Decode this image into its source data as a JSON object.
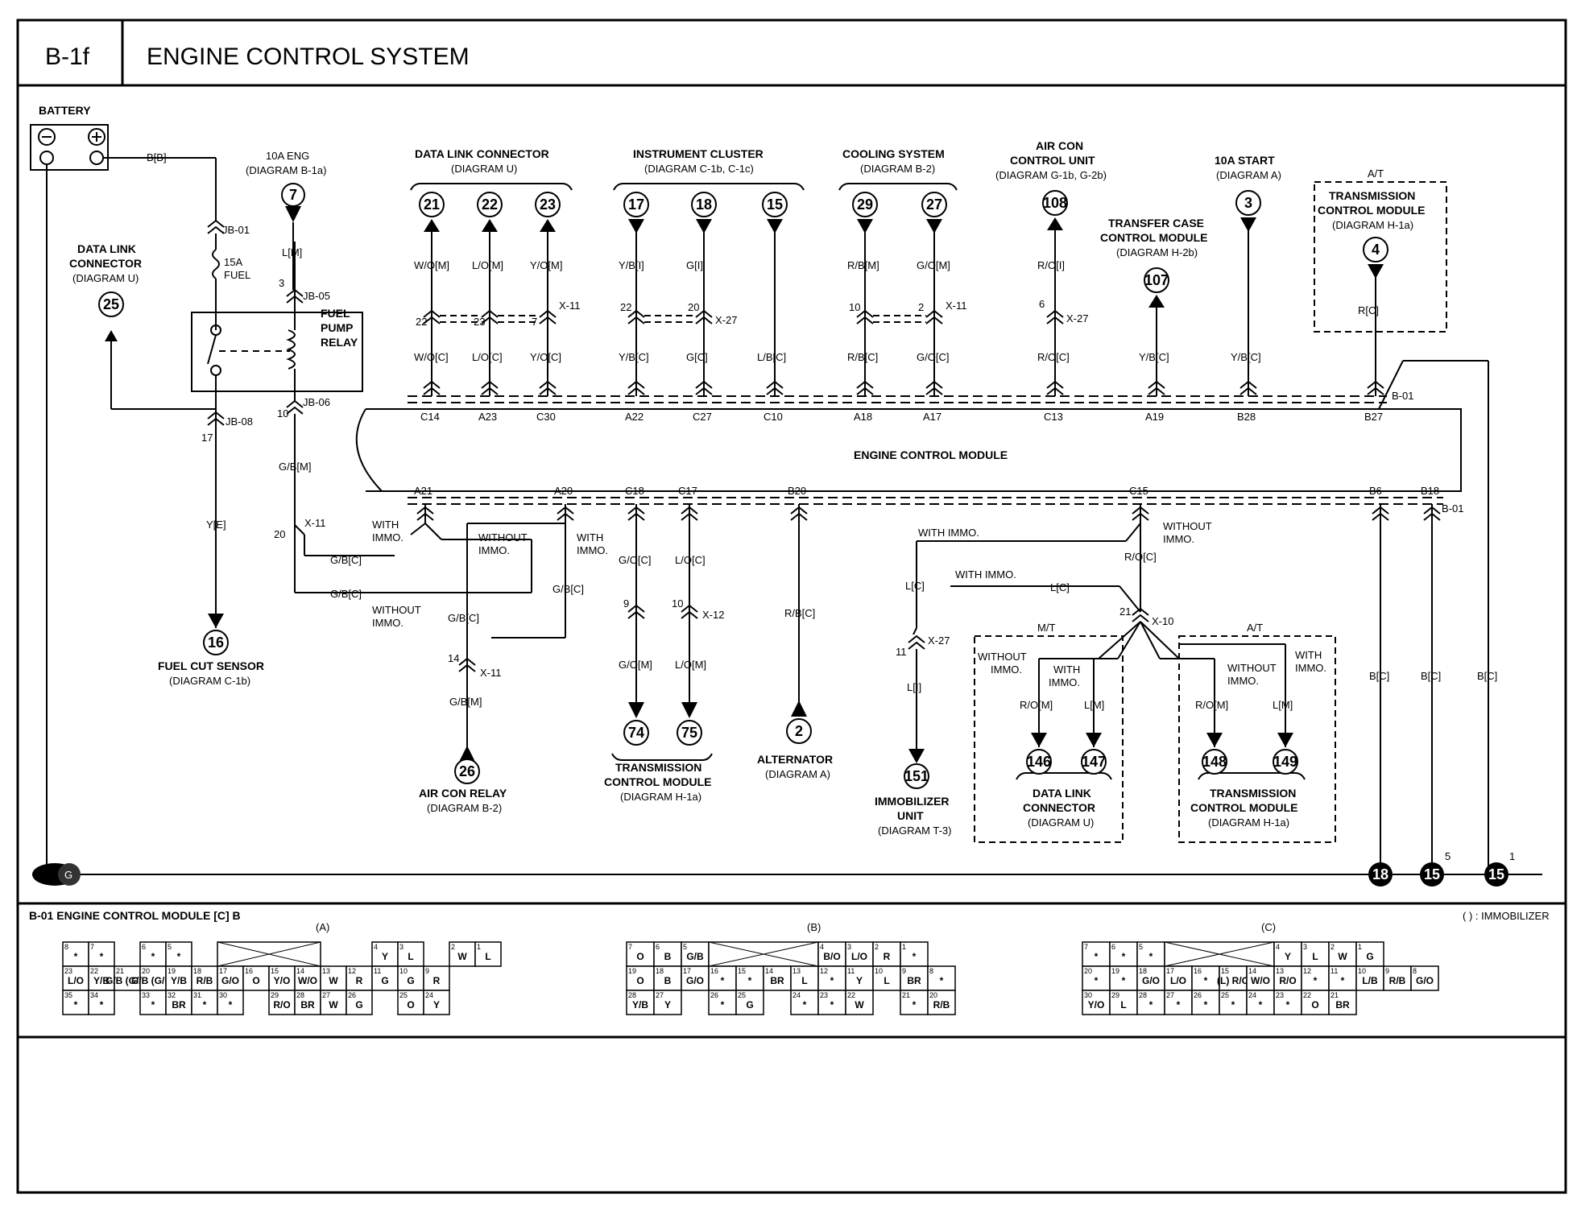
{
  "header": {
    "code": "B-1f",
    "title": "ENGINE CONTROL SYSTEM"
  },
  "battery": {
    "label": "BATTERY",
    "wire": "B[B]",
    "ground": "G"
  },
  "fuse_eng": {
    "label": "10A ENG",
    "diagram": "(DIAGRAM B-1a)",
    "ref": "7",
    "wire": "L[M]",
    "pin": "3",
    "jb": "JB-05"
  },
  "fuel_fuse": {
    "jb": "JB-01",
    "amps": "15A",
    "name": "FUEL"
  },
  "fuel_pump_relay": {
    "line1": "FUEL",
    "line2": "PUMP",
    "line3": "RELAY",
    "pin": "10",
    "jb": "JB-06",
    "wire": "G/B[M]"
  },
  "dlc_left": {
    "line1": "DATA LINK",
    "line2": "CONNECTOR",
    "diagram": "(DIAGRAM U)",
    "ref": "25"
  },
  "fuel_cut": {
    "jb": "JB-08",
    "pin": "17",
    "wire": "Y[E]",
    "ref": "16",
    "label": "FUEL CUT SENSOR",
    "diagram": "(DIAGRAM C-1b)"
  },
  "groups": {
    "dlc": {
      "label": "DATA LINK CONNECTOR",
      "diagram": "(DIAGRAM U)"
    },
    "cluster": {
      "label": "INSTRUMENT CLUSTER",
      "diagram": "(DIAGRAM C-1b, C-1c)"
    },
    "cooling": {
      "label": "COOLING SYSTEM",
      "diagram": "(DIAGRAM B-2)"
    },
    "aircon": {
      "line1": "AIR CON",
      "line2": "CONTROL UNIT",
      "diagram": "(DIAGRAM G-1b, G-2b)"
    },
    "transfer": {
      "line1": "TRANSFER CASE",
      "line2": "CONTROL MODULE",
      "diagram": "(DIAGRAM H-2b)"
    },
    "start": {
      "label": "10A START",
      "diagram": "(DIAGRAM A)"
    },
    "tcm_top": {
      "at": "A/T",
      "line1": "TRANSMISSION",
      "line2": "CONTROL MODULE",
      "diagram": "(DIAGRAM H-1a)"
    }
  },
  "ecm": {
    "label": "ENGINE CONTROL MODULE",
    "connector_top": "B-01",
    "connector_bottom": "B-01"
  },
  "top_circuits": [
    {
      "ref": "21",
      "dir": "up",
      "wire_top": "W/O[M]",
      "pin": "22",
      "conn": "",
      "wire_bottom": "W/O[C]",
      "ecm_pin": "C14"
    },
    {
      "ref": "22",
      "dir": "up",
      "wire_top": "L/O[M]",
      "pin": "23",
      "conn": "",
      "wire_bottom": "L/O[C]",
      "ecm_pin": "A23"
    },
    {
      "ref": "23",
      "dir": "up",
      "wire_top": "Y/O[M]",
      "pin": "7",
      "conn": "X-11",
      "wire_bottom": "Y/O[C]",
      "ecm_pin": "C30"
    },
    {
      "ref": "17",
      "dir": "down",
      "wire_top": "Y/B[I]",
      "pin": "22",
      "conn": "",
      "wire_bottom": "Y/B[C]",
      "ecm_pin": "A22"
    },
    {
      "ref": "18",
      "dir": "down",
      "wire_top": "G[I]",
      "pin": "20",
      "conn": "X-27",
      "wire_bottom": "G[C]",
      "ecm_pin": "C27"
    },
    {
      "ref": "15",
      "dir": "down",
      "wire_top": "",
      "pin": "",
      "conn": "",
      "wire_bottom": "L/B[C]",
      "ecm_pin": "C10"
    },
    {
      "ref": "29",
      "dir": "down",
      "wire_top": "R/B[M]",
      "pin": "10",
      "conn": "",
      "wire_bottom": "R/B[C]",
      "ecm_pin": "A18"
    },
    {
      "ref": "27",
      "dir": "down",
      "wire_top": "G/O[M]",
      "pin": "2",
      "conn": "X-11",
      "wire_bottom": "G/O[C]",
      "ecm_pin": "A17"
    },
    {
      "ref": "108",
      "dir": "up",
      "wire_top": "R/O[I]",
      "pin": "6",
      "conn": "X-27",
      "wire_bottom": "R/O[C]",
      "ecm_pin": "C13"
    },
    {
      "ref": "107",
      "dir": "up",
      "wire_top": "",
      "pin": "",
      "conn": "",
      "wire_bottom": "Y/B[C]",
      "ecm_pin": "A19"
    },
    {
      "ref": "3",
      "dir": "down",
      "wire_top": "",
      "pin": "",
      "conn": "",
      "wire_bottom": "Y/B[C]",
      "ecm_pin": "B28"
    },
    {
      "ref": "4",
      "dir": "down",
      "wire_top": "",
      "pin": "",
      "conn": "",
      "wire_bottom": "R[C]",
      "ecm_pin": "B27"
    }
  ],
  "bottom_pins": [
    "A21",
    "A20",
    "C18",
    "C17",
    "B20",
    "C15",
    "B6",
    "B18"
  ],
  "immo": {
    "with": "WITH IMMO.",
    "without": "WITHOUT IMMO.",
    "with_l1": "WITH",
    "with_l2": "IMMO.",
    "without_l1": "WITHOUT",
    "without_l2": "IMMO.",
    "gbc": "G/B[C]",
    "x11": "X-11",
    "p20": "20",
    "p14": "14",
    "gbm": "G/B[M]"
  },
  "aircon_relay": {
    "ref": "26",
    "label": "AIR CON RELAY",
    "diagram": "(DIAGRAM B-2)"
  },
  "tcm_bottom": {
    "wire1_top": "G/O[C]",
    "pin1": "9",
    "wire1_bot": "G/O[M]",
    "wire2_top": "L/O[C]",
    "pin2": "10",
    "conn": "X-12",
    "wire2_bot": "L/O[M]",
    "ref1": "74",
    "ref2": "75",
    "line1": "TRANSMISSION",
    "line2": "CONTROL MODULE",
    "diagram": "(DIAGRAM H-1a)"
  },
  "alternator": {
    "wire": "R/B[C]",
    "ref": "2",
    "label": "ALTERNATOR",
    "diagram": "(DIAGRAM A)"
  },
  "immobilizer": {
    "wire_top": "L[C]",
    "pin": "11",
    "conn": "X-27",
    "wire_bot": "L[I]",
    "ref": "151",
    "line1": "IMMOBILIZER",
    "line2": "UNIT",
    "diagram": "(DIAGRAM T-3)"
  },
  "c15": {
    "wire": "R/O[C]",
    "lc": "L[C]",
    "pin": "21",
    "conn": "X-10"
  },
  "mt_box": {
    "tag": "M/T",
    "wire1": "R/O[M]",
    "wire2": "L[M]",
    "ref1": "146",
    "ref2": "147",
    "line1": "DATA LINK",
    "line2": "CONNECTOR",
    "diagram": "(DIAGRAM U)"
  },
  "at_box": {
    "tag": "A/T",
    "wire1": "R/O[M]",
    "wire2": "L[M]",
    "ref1": "148",
    "ref2": "149",
    "line1": "TRANSMISSION",
    "line2": "CONTROL MODULE",
    "diagram": "(DIAGRAM H-1a)"
  },
  "grounds": {
    "b6_wire": "B[C]",
    "b18_wire": "B[C]",
    "right_wire": "B[C]",
    "g18": "18",
    "g15a": "15",
    "g15b": "15",
    "sup_a": "5",
    "sup_b": "1"
  },
  "legend": {
    "title": "B-01 ENGINE CONTROL MODULE [C] B",
    "note": "(  ) : IMMOBILIZER",
    "label_a": "(A)",
    "label_b": "(B)",
    "label_c": "(C)"
  },
  "conn_a": {
    "row1": [
      [
        "8",
        "*"
      ],
      [
        "7",
        "*"
      ],
      [
        "",
        ""
      ],
      [
        "6",
        "*"
      ],
      [
        "5",
        "*"
      ],
      [
        "",
        ""
      ],
      [
        "X",
        ""
      ],
      [
        "",
        ""
      ],
      [
        "",
        ""
      ],
      [
        "4",
        "Y"
      ],
      [
        "3",
        "L"
      ],
      [
        "",
        ""
      ],
      [
        "2",
        "W"
      ],
      [
        "1",
        "L"
      ]
    ],
    "row2": [
      [
        "23",
        "L/O"
      ],
      [
        "22",
        "Y/B"
      ],
      [
        "21",
        "G/B (G/B)"
      ],
      [
        "20",
        "G/B (G/B)"
      ],
      [
        "19",
        "Y/B"
      ],
      [
        "18",
        "R/B"
      ],
      [
        "17",
        "G/O"
      ],
      [
        "16",
        "O"
      ],
      [
        "15",
        "Y/O"
      ],
      [
        "14",
        "W/O"
      ],
      [
        "13",
        "W"
      ],
      [
        "12",
        "R"
      ],
      [
        "11",
        "G"
      ],
      [
        "10",
        "G"
      ],
      [
        "9",
        "R"
      ]
    ],
    "row3": [
      [
        "35",
        "*"
      ],
      [
        "34",
        "*"
      ],
      [
        "",
        ""
      ],
      [
        "33",
        "*"
      ],
      [
        "32",
        "BR"
      ],
      [
        "31",
        "*"
      ],
      [
        "30",
        "*"
      ],
      [
        "",
        ""
      ],
      [
        "29",
        "R/O"
      ],
      [
        "28",
        "BR"
      ],
      [
        "27",
        "W"
      ],
      [
        "26",
        "G"
      ],
      [
        "",
        ""
      ],
      [
        "25",
        "O"
      ],
      [
        "24",
        "Y"
      ]
    ]
  },
  "conn_b": {
    "row1": [
      [
        "7",
        "O"
      ],
      [
        "6",
        "B"
      ],
      [
        "5",
        "G/B"
      ],
      [
        "X",
        ""
      ],
      [
        "4",
        "B/O"
      ],
      [
        "3",
        "L/O"
      ],
      [
        "2",
        "R"
      ],
      [
        "1",
        "*"
      ]
    ],
    "row2": [
      [
        "19",
        "O"
      ],
      [
        "18",
        "B"
      ],
      [
        "17",
        "G/O"
      ],
      [
        "16",
        "*"
      ],
      [
        "15",
        "*"
      ],
      [
        "14",
        "BR"
      ],
      [
        "13",
        "L"
      ],
      [
        "12",
        "*"
      ],
      [
        "11",
        "Y"
      ],
      [
        "10",
        "L"
      ],
      [
        "9",
        "BR"
      ],
      [
        "8",
        "*"
      ]
    ],
    "row3": [
      [
        "28",
        "Y/B"
      ],
      [
        "27",
        "Y"
      ],
      [
        "",
        ""
      ],
      [
        "26",
        "*"
      ],
      [
        "25",
        "G"
      ],
      [
        "",
        ""
      ],
      [
        "24",
        "*"
      ],
      [
        "23",
        "*"
      ],
      [
        "22",
        "W"
      ],
      [
        "",
        ""
      ],
      [
        "21",
        "*"
      ],
      [
        "20",
        "R/B"
      ]
    ]
  },
  "conn_c": {
    "row1": [
      [
        "7",
        "*"
      ],
      [
        "6",
        "*"
      ],
      [
        "5",
        "*"
      ],
      [
        "X",
        ""
      ],
      [
        "4",
        "Y"
      ],
      [
        "3",
        "L"
      ],
      [
        "2",
        "W"
      ],
      [
        "1",
        "G"
      ]
    ],
    "row2": [
      [
        "20",
        "*"
      ],
      [
        "19",
        "*"
      ],
      [
        "18",
        "G/O"
      ],
      [
        "17",
        "L/O"
      ],
      [
        "16",
        "*"
      ],
      [
        "15",
        "(L) R/O"
      ],
      [
        "14",
        "W/O"
      ],
      [
        "13",
        "R/O"
      ],
      [
        "12",
        "*"
      ],
      [
        "11",
        "*"
      ],
      [
        "10",
        "L/B"
      ],
      [
        "9",
        "R/B"
      ],
      [
        "8",
        "G/O"
      ]
    ],
    "row3": [
      [
        "30",
        "Y/O"
      ],
      [
        "29",
        "L"
      ],
      [
        "28",
        "*"
      ],
      [
        "27",
        "*"
      ],
      [
        "26",
        "*"
      ],
      [
        "25",
        "*"
      ],
      [
        "24",
        "*"
      ],
      [
        "23",
        "*"
      ],
      [
        "22",
        "O"
      ],
      [
        "21",
        "BR"
      ]
    ]
  }
}
